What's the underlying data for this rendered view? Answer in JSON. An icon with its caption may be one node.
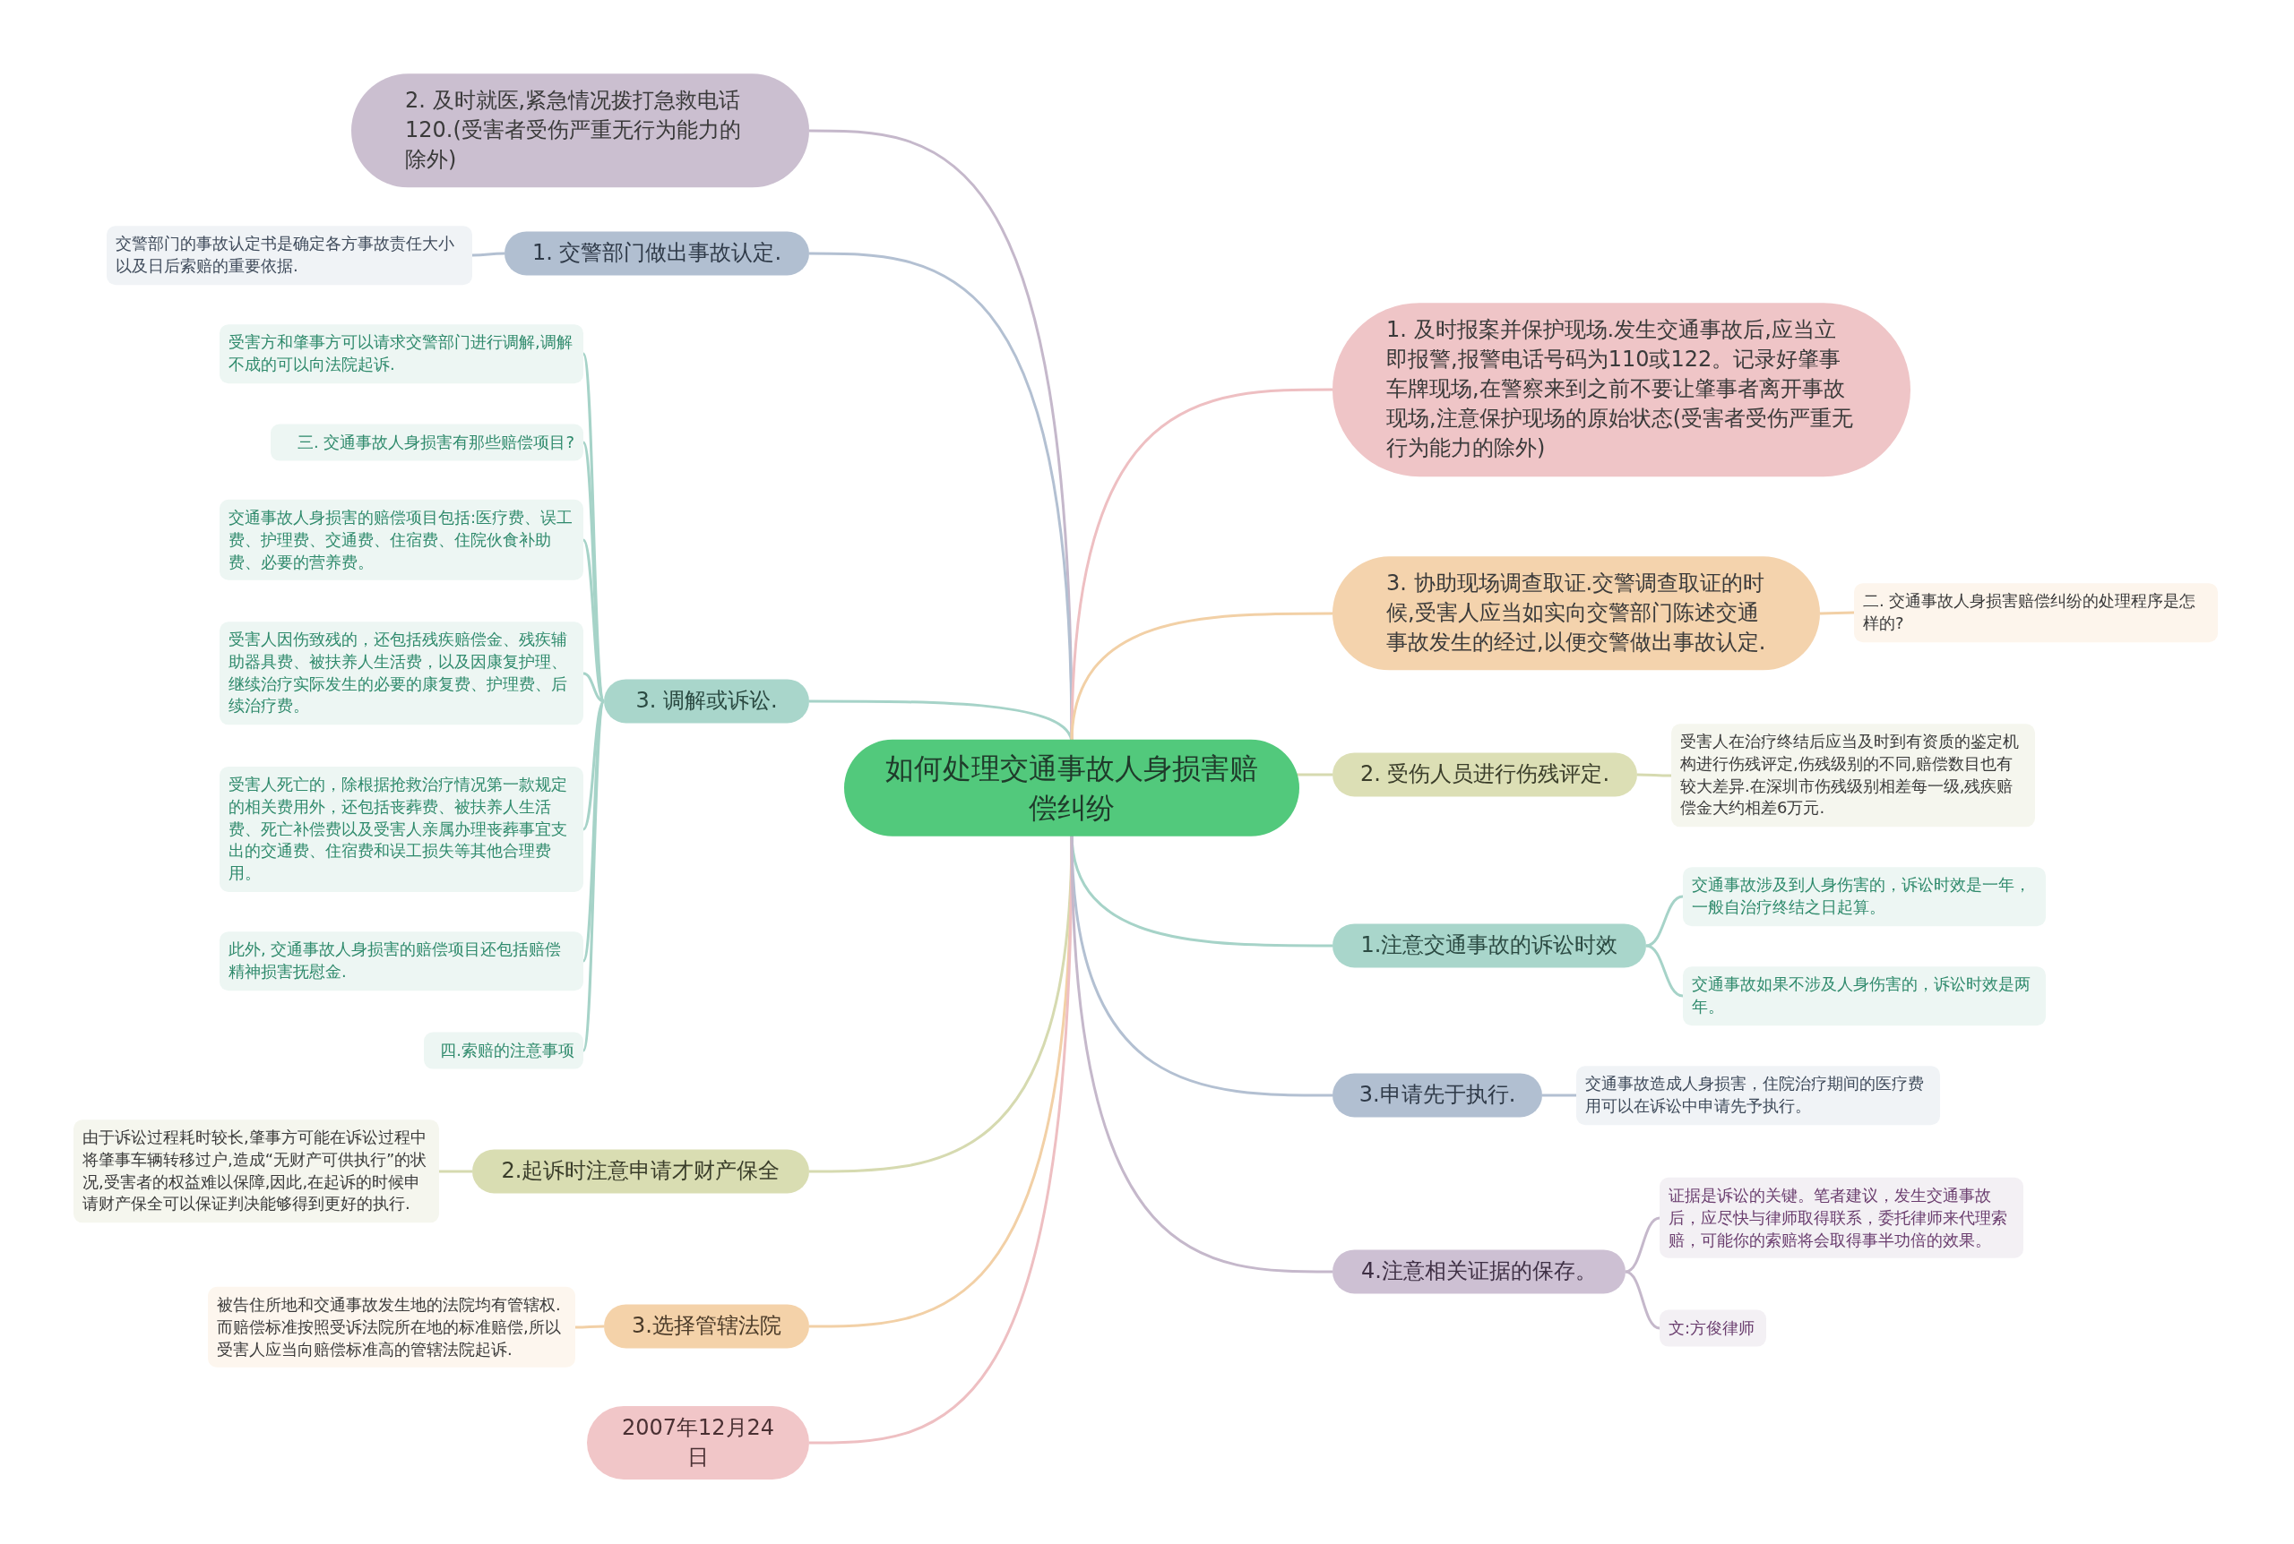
{
  "diagram": {
    "nodes": [
      {
        "text": [
          "如何处理交通事故人身损害赔偿纠纷"
        ]
      },
      {
        "text": [
          "2. 及时就医,紧急情况拨打急救电话120.(受害者受伤严重无行为能力的除外)"
        ]
      },
      {
        "text": [
          "1. 交警部门做出事故认定."
        ]
      },
      {
        "text": [
          "交警部门的事故认定书是确定各方事故责任大小以及日后索赔的重要依据."
        ]
      },
      {
        "text": [
          "3. 调解或诉讼."
        ]
      },
      {
        "text": [
          "受害方和肇事方可以请求交警部门进行调解,调解不成的可以向法院起诉."
        ]
      },
      {
        "text": [
          "三. 交通事故人身损害有那些赔偿项目?"
        ]
      },
      {
        "text": [
          "交通事故人身损害的赔偿项目包括:医疗费、误工费、护理费、交通费、住宿费、住院伙食补助费、必要的营养费。"
        ]
      },
      {
        "text": [
          "受害人因伤致残的，还包括残疾赔偿金、残疾辅助器具费、被扶养人生活费，以及因康复护理、继续治疗实际发生的必要的康复费、护理费、后续治疗费。"
        ]
      },
      {
        "text": [
          "受害人死亡的，除根据抢救治疗情况第一款规定的相关费用外，还包括丧葬费、被扶养人生活费、死亡补偿费以及受害人亲属办理丧葬事宜支出的交通费、住宿费和误工损失等其他合理费用。"
        ]
      },
      {
        "text": [
          "此外, 交通事故人身损害的赔偿项目还包括赔偿精神损害抚慰金."
        ]
      },
      {
        "text": [
          "四.索赔的注意事项"
        ]
      },
      {
        "text": [
          "2.起诉时注意申请才财产保全"
        ]
      },
      {
        "text": [
          "由于诉讼过程耗时较长,肇事方可能在诉讼过程中将肇事车辆转移过户,造成“无财产可供执行”的状况,受害者的权益难以保障,因此,在起诉的时候申请财产保全可以保证判决能够得到更好的执行."
        ]
      },
      {
        "text": [
          "3.选择管辖法院"
        ]
      },
      {
        "text": [
          "被告住所地和交通事故发生地的法院均有管辖权.而赔偿标准按照受诉法院所在地的标准赔偿,所以受害人应当向赔偿标准高的管辖法院起诉."
        ]
      },
      {
        "text": [
          "2007年12月24日"
        ]
      },
      {
        "text": [
          "1. 及时报案并保护现场.发生交通事故后,应当立即报警,报警电话号码为110或122。记录好肇事车牌现场,在警察来到之前不要让肇事者离开事故现场,注意保护现场的原始状态(受害者受伤严重无行为能力的除外)"
        ]
      },
      {
        "text": [
          "3. 协助现场调查取证.交警调查取证的时候,受害人应当如实向交警部门陈述交通事故发生的经过,以便交警做出事故认定."
        ]
      },
      {
        "text": [
          "二. 交通事故人身损害赔偿纠纷的处理程序是怎样的?"
        ]
      },
      {
        "text": [
          "2. 受伤人员进行伤残评定."
        ]
      },
      {
        "text": [
          "受害人在治疗终结后应当及时到有资质的鉴定机构进行伤残评定,伤残级别的不同,赔偿数目也有较大差异.在深圳市伤残级别相差每一级,残疾赔偿金大约相差6万元."
        ]
      },
      {
        "text": [
          "1.注意交通事故的诉讼时效"
        ]
      },
      {
        "text": [
          "交通事故涉及到人身伤害的，诉讼时效是一年，一般自治疗终结之日起算。"
        ]
      },
      {
        "text": [
          "交通事故如果不涉及人身伤害的，诉讼时效是两年。"
        ]
      },
      {
        "text": [
          "3.申请先于执行."
        ]
      },
      {
        "text": [
          "交通事故造成人身损害，住院治疗期间的医疗费用可以在诉讼中申请先予执行。"
        ]
      },
      {
        "text": [
          "4.注意相关证据的保存。"
        ]
      },
      {
        "text": [
          "证据是诉讼的关键。笔者建议，发生交通事故后，应尽快与律师取得联系，委托律师来代理索赔，可能你的索赔将会取得事半功倍的效果。"
        ]
      },
      {
        "text": [
          "文:方俊律师"
        ]
      }
    ],
    "edges": [
      {
        "from": 0,
        "to": 1,
        "arrow": "none",
        "color": "#c5b8cb"
      },
      {
        "from": 0,
        "to": 2,
        "arrow": "none",
        "color": "#b3c0d2"
      },
      {
        "from": 2,
        "to": 3,
        "arrow": "none",
        "color": "#b3c0d2"
      },
      {
        "from": 0,
        "to": 4,
        "arrow": "none",
        "color": "#a6d3c8"
      },
      {
        "from": 4,
        "to": 5,
        "arrow": "none",
        "color": "#a6d3c8"
      },
      {
        "from": 4,
        "to": 6,
        "arrow": "none",
        "color": "#a6d3c8"
      },
      {
        "from": 4,
        "to": 7,
        "arrow": "none",
        "color": "#a6d3c8"
      },
      {
        "from": 4,
        "to": 8,
        "arrow": "none",
        "color": "#a6d3c8"
      },
      {
        "from": 4,
        "to": 9,
        "arrow": "none",
        "color": "#a6d3c8"
      },
      {
        "from": 4,
        "to": 10,
        "arrow": "none",
        "color": "#a6d3c8"
      },
      {
        "from": 4,
        "to": 11,
        "arrow": "none",
        "color": "#a6d3c8"
      },
      {
        "from": 0,
        "to": 12,
        "arrow": "none",
        "color": "#d6dab0"
      },
      {
        "from": 12,
        "to": 13,
        "arrow": "none",
        "color": "#d6dab0"
      },
      {
        "from": 0,
        "to": 14,
        "arrow": "none",
        "color": "#f2d0a6"
      },
      {
        "from": 14,
        "to": 15,
        "arrow": "none",
        "color": "#f2d0a6"
      },
      {
        "from": 0,
        "to": 16,
        "arrow": "none",
        "color": "#eebfc2"
      },
      {
        "from": 0,
        "to": 17,
        "arrow": "none",
        "color": "#eebfc2"
      },
      {
        "from": 0,
        "to": 18,
        "arrow": "none",
        "color": "#f2d0a6"
      },
      {
        "from": 18,
        "to": 19,
        "arrow": "none",
        "color": "#f2d0a6"
      },
      {
        "from": 0,
        "to": 20,
        "arrow": "none",
        "color": "#d6dab0"
      },
      {
        "from": 20,
        "to": 21,
        "arrow": "none",
        "color": "#d6dab0"
      },
      {
        "from": 0,
        "to": 22,
        "arrow": "none",
        "color": "#a6d3c8"
      },
      {
        "from": 22,
        "to": 23,
        "arrow": "none",
        "color": "#a6d3c8"
      },
      {
        "from": 22,
        "to": 24,
        "arrow": "none",
        "color": "#a6d3c8"
      },
      {
        "from": 0,
        "to": 25,
        "arrow": "none",
        "color": "#b3c0d2"
      },
      {
        "from": 25,
        "to": 26,
        "arrow": "none",
        "color": "#b3c0d2"
      },
      {
        "from": 0,
        "to": 27,
        "arrow": "none",
        "color": "#c5b8cb"
      },
      {
        "from": 27,
        "to": 28,
        "arrow": "none",
        "color": "#c5b8cb"
      },
      {
        "from": 27,
        "to": 29,
        "arrow": "none",
        "color": "#c5b8cb"
      }
    ]
  }
}
